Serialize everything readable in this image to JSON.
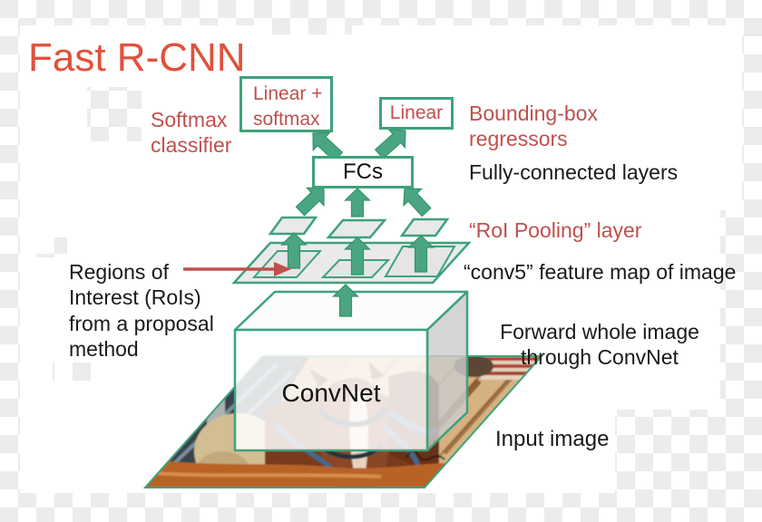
{
  "title": "Fast R-CNN",
  "diagram": {
    "boxes": {
      "linear_softmax": "Linear + softmax",
      "linear": "Linear",
      "fcs": "FCs",
      "convnet": "ConvNet"
    },
    "labels": {
      "softmax_classifier": "Softmax classifier",
      "bounding_box_regressors": "Bounding-box regressors",
      "fully_connected_layers": "Fully-connected layers",
      "roi_pooling_layer": "“RoI Pooling” layer",
      "conv5_feature_map": "“conv5” feature map of image",
      "forward_whole_image": "Forward whole image through ConvNet",
      "input_image": "Input image",
      "regions_of_interest": "Regions of Interest (RoIs) from a proposal method"
    },
    "colors": {
      "title_red": "#e0513c",
      "label_red": "#c0504d",
      "green_border": "#3ea27b",
      "arrow_green": "#4aa583",
      "checker_gray": "#ececec"
    }
  }
}
